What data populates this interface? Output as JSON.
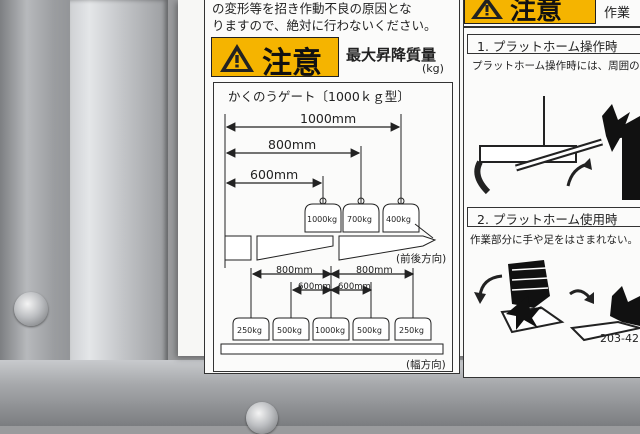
{
  "top_note": {
    "line1": "の変形等を招き作動不良の原因とな",
    "line2": "りますので、絶対に行わないください。"
  },
  "caution_label": {
    "word": "注意",
    "title": "最大昇降質量",
    "unit": "(kg)"
  },
  "gate": {
    "heading": "かくのうゲート〔1000ｋｇ型〕",
    "side_dims": [
      "1000mm",
      "800mm",
      "600mm"
    ],
    "side_weights": [
      "1000kg",
      "700kg",
      "400kg"
    ],
    "side_direction": "(前後方向)",
    "width_dims_outer": [
      "800mm",
      "800mm"
    ],
    "width_dims_inner": [
      "600mm",
      "600mm"
    ],
    "width_weights": [
      "250kg",
      "500kg",
      "1000kg",
      "500kg",
      "250kg"
    ],
    "width_direction": "(幅方向)"
  },
  "right_label": {
    "word": "注意",
    "tab": "作業",
    "section1_title": "1. プラットホーム操作時",
    "section1_text": "プラットホーム操作時には、周囲の",
    "section2_title": "2. プラットホーム使用時",
    "section2_text": "作業部分に手や足をはさまれない。",
    "code": "203-42"
  },
  "colors": {
    "caution_yellow": "#f5b400",
    "ink": "#222222",
    "label_background": "#fbfbfa"
  },
  "icons": [
    "warning-triangle-icon",
    "hand-pinch-icon",
    "person-crush-icon",
    "curved-arrow-icon"
  ]
}
